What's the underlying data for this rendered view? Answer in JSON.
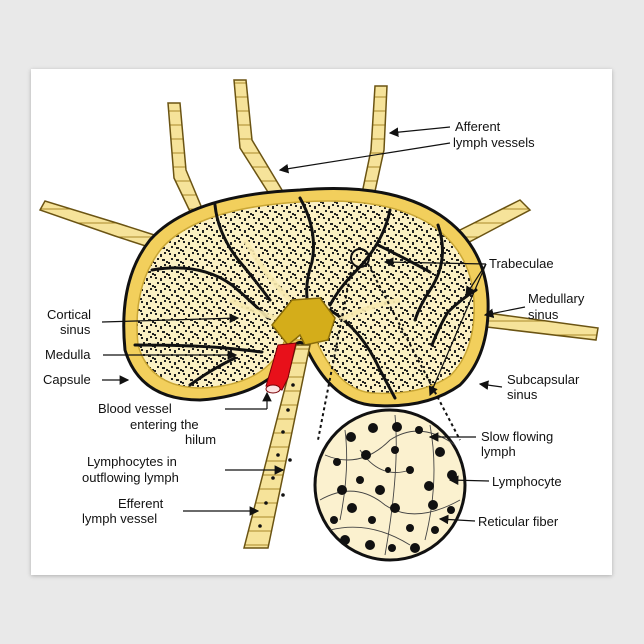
{
  "labels": {
    "afferent_1": "Afferent",
    "afferent_2": "lymph vessels",
    "trabeculae": "Trabeculae",
    "cortical_1": "Cortical",
    "cortical_2": "sinus",
    "medullary_1": "Medullary",
    "medullary_2": "sinus",
    "medulla": "Medulla",
    "capsule": "Capsule",
    "subcapsular_1": "Subcapsular",
    "subcapsular_2": "sinus",
    "blood_1": "Blood vessel",
    "blood_2": "entering the",
    "blood_3": "hilum",
    "slow_1": "Slow flowing",
    "slow_2": "lymph",
    "lymphocytes_1": "Lymphocytes in",
    "lymphocytes_2": "outflowing lymph",
    "lymphocyte": "Lymphocyte",
    "efferent_1": "Efferent",
    "efferent_2": "lymph vessel",
    "reticular": "Reticular fiber"
  },
  "colors": {
    "node_fill": "#fbe9a6",
    "capsule_fill": "#f2cf5c",
    "vessel_fill": "#f3de8c",
    "hilum": "#d4ad1a",
    "blood": "#e8101a",
    "zoom_fill": "#fbf1cf"
  }
}
